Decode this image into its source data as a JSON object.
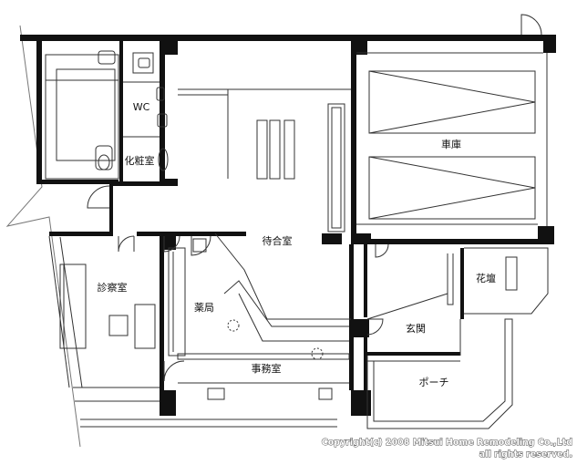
{
  "rooms": {
    "wc": "WC",
    "powder_room": "化粧室",
    "garage": "車庫",
    "waiting_room": "待合室",
    "examination_room": "診察室",
    "pharmacy": "薬局",
    "office": "事務室",
    "flower_bed": "花壇",
    "entrance": "玄関",
    "porch": "ポーチ"
  },
  "copyright": {
    "line1": "Copyright(c) 2008 Mitsui Home Remodeling Co.,Ltd",
    "line2": "all rights reserved."
  },
  "colors": {
    "wall": "#111111",
    "line": "#333333",
    "background": "#ffffff"
  }
}
